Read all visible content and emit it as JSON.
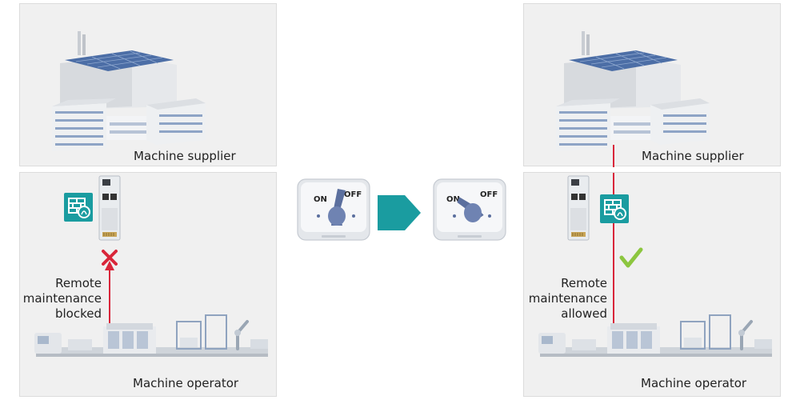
{
  "left": {
    "supplier_label": "Machine supplier",
    "operator_label": "Machine operator",
    "status_lines": [
      "Remote",
      "maintenance",
      "blocked"
    ],
    "status": "blocked"
  },
  "right": {
    "supplier_label": "Machine supplier",
    "operator_label": "Machine operator",
    "status_lines": [
      "Remote",
      "maintenance",
      "allowed"
    ],
    "status": "allowed"
  },
  "switch_before": {
    "on_label": "ON",
    "off_label": "OFF"
  },
  "switch_after": {
    "on_label": "ON",
    "off_label": "OFF"
  },
  "colors": {
    "link_red": "#d9263a",
    "firewall_teal": "#1a9ca0",
    "arrow_teal": "#1a9ca0",
    "check_green": "#8cc63f",
    "cross_red": "#d9263a",
    "key_blue": "#5b6f9e"
  },
  "icons": [
    "factory-icon",
    "production-line-icon",
    "firewall-icon",
    "gateway-device-icon",
    "key-switch-icon",
    "cross-icon",
    "check-icon",
    "arrow-right-icon"
  ]
}
